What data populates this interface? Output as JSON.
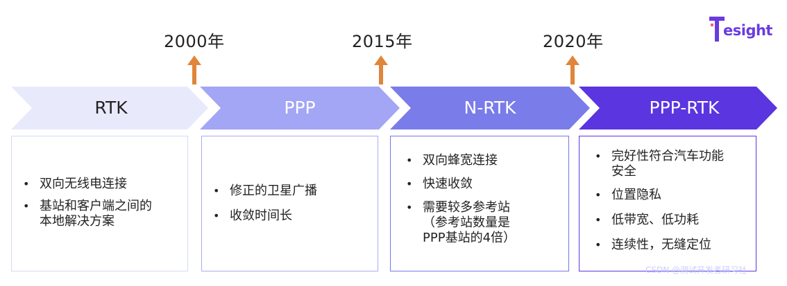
{
  "logo": {
    "text": "esight",
    "mark_icon": "tesight-logo-icon",
    "brand_color": "#6a3be0"
  },
  "years": [
    "2000年",
    "2015年",
    "2020年"
  ],
  "arrow_color": "#e0853a",
  "phases": [
    {
      "label": "RTK",
      "fill": "#e8eafc",
      "text_color": "#222222",
      "border": "#d5d9f5",
      "items": [
        [
          "双向无线电连接"
        ],
        [
          "基站和客户端之间的",
          "本地解决方案"
        ]
      ]
    },
    {
      "label": "PPP",
      "fill": "#a3a5f5",
      "text_color": "#ffffff",
      "border": "#a9abf2",
      "items": [
        [
          "修正的卫星广播"
        ],
        [
          "收敛时间长"
        ]
      ]
    },
    {
      "label": "N-RTK",
      "fill": "#7a7cea",
      "text_color": "#ffffff",
      "border": "#7577e8",
      "items": [
        [
          "双向蜂宽连接"
        ],
        [
          "快速收敛"
        ],
        [
          "需要较多参考站",
          "（参考站数量是",
          "PPP基站的4倍）"
        ]
      ]
    },
    {
      "label": "PPP-RTK",
      "fill": "#5a35e0",
      "text_color": "#ffffff",
      "border": "#5a35e0",
      "items": [
        [
          "完好性符合汽车功能",
          "安全"
        ],
        [
          "位置隐私"
        ],
        [
          "低带宽、低功耗"
        ],
        [
          "连续性，无缝定位"
        ]
      ]
    }
  ],
  "watermark": "CSDN @测试开发者研习社"
}
